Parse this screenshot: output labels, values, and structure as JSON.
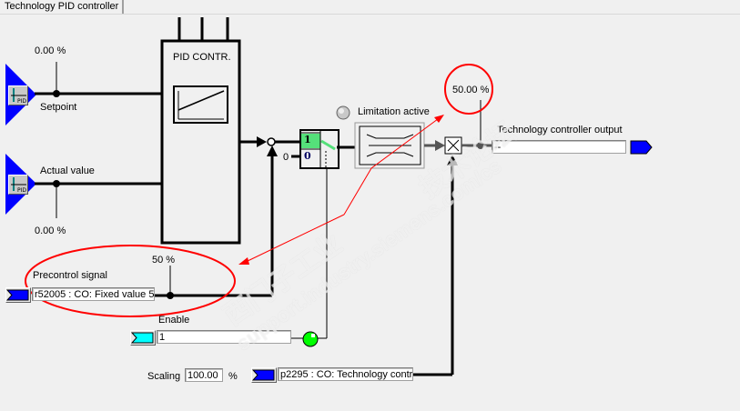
{
  "tab": {
    "label": "Technology PID controller"
  },
  "setpoint": {
    "value": "0.00 %",
    "label": "Setpoint"
  },
  "actual_value": {
    "value": "0.00 %",
    "label": "Actual value"
  },
  "pid_block": {
    "label": "PID CONTR."
  },
  "switch": {
    "on_label": "1",
    "off_label": "0",
    "zero_input": "0"
  },
  "limitation": {
    "label": "Limitation active"
  },
  "output": {
    "value": "50.00 %",
    "label": "Technology controller output",
    "field_value": "--"
  },
  "precontrol": {
    "label": "Precontrol signal",
    "field_value": "r52005 : CO: Fixed value 5(",
    "value": "50 %"
  },
  "enable": {
    "label": "Enable",
    "field_value": "1"
  },
  "scaling": {
    "label": "Scaling",
    "value": "100.00",
    "unit": "%",
    "source_value": "p2295 : CO: Technology contr"
  },
  "watermark": {
    "line1": "西门子工业",
    "line2": "support.industry.siemens.com/cs",
    "line3": "技术论坛"
  },
  "colors": {
    "connector_blue": "#0000ff",
    "connector_cyan": "#00ffff",
    "switch_green": "#55e07a",
    "led_green": "#00ff00",
    "annotation_red": "#ff0000"
  }
}
